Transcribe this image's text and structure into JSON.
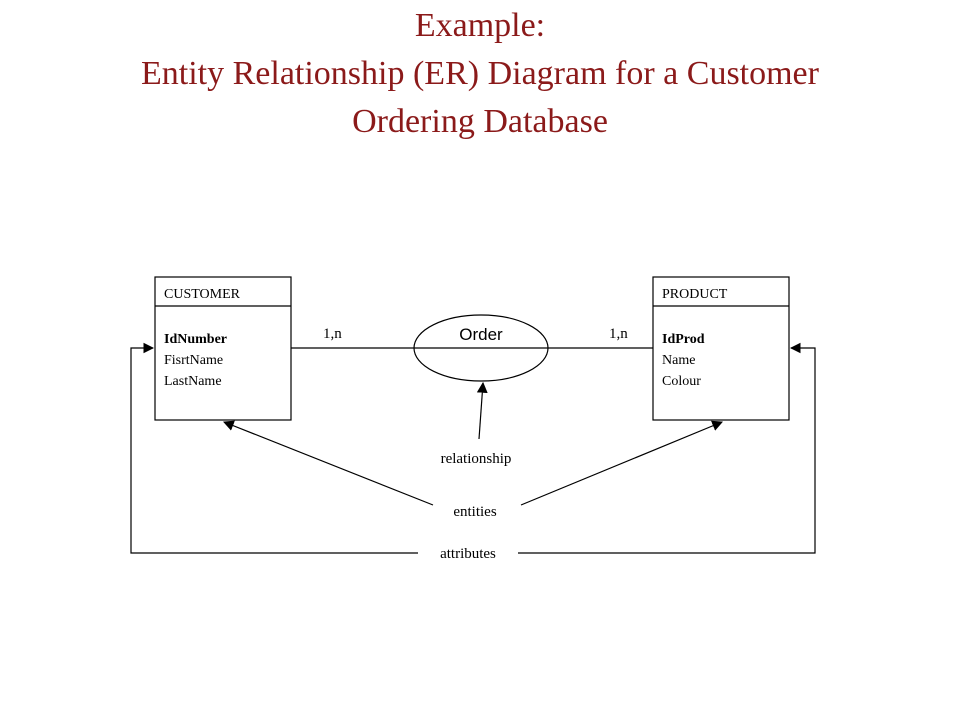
{
  "title": {
    "line1": "Example:",
    "line2": "Entity Relationship (ER) Diagram for a Customer",
    "line3": "Ordering Database"
  },
  "colors": {
    "title": "#8b1a1a",
    "lines": "#000000"
  },
  "entities": [
    {
      "name": "CUSTOMER",
      "attributes": [
        "IdNumber",
        "FisrtName",
        "LastName"
      ],
      "key_attribute": "IdNumber"
    },
    {
      "name": "PRODUCT",
      "attributes": [
        "IdProd",
        "Name",
        "Colour"
      ],
      "key_attribute": "IdProd"
    }
  ],
  "relationship": {
    "name": "Order",
    "left_cardinality": "1,n",
    "right_cardinality": "1,n"
  },
  "callouts": {
    "relationship": "relationship",
    "entities": "entities",
    "attributes": "attributes"
  }
}
